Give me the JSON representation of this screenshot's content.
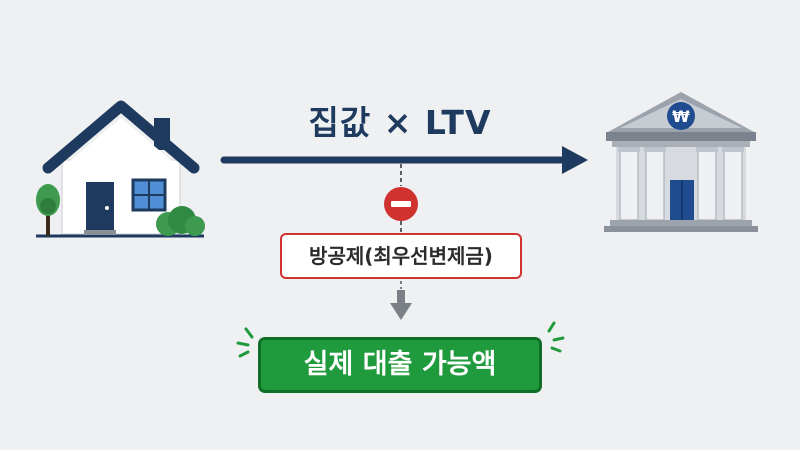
{
  "formula": "집값 × LTV",
  "deduction": "방공제(최우선변제금)",
  "minus_symbol": "−",
  "result": "실제 대출 가능액",
  "currency_symbol": "₩",
  "icons": [
    "house-icon",
    "bank-icon",
    "minus-circle-icon",
    "down-arrow-icon"
  ],
  "colors": {
    "background": "#eff0f2",
    "navy": "#1f3a5f",
    "minus_red": "#d0322f",
    "result_green": "#1f9a3c",
    "result_border": "#0f6f27",
    "gray": "#7b7f86"
  }
}
